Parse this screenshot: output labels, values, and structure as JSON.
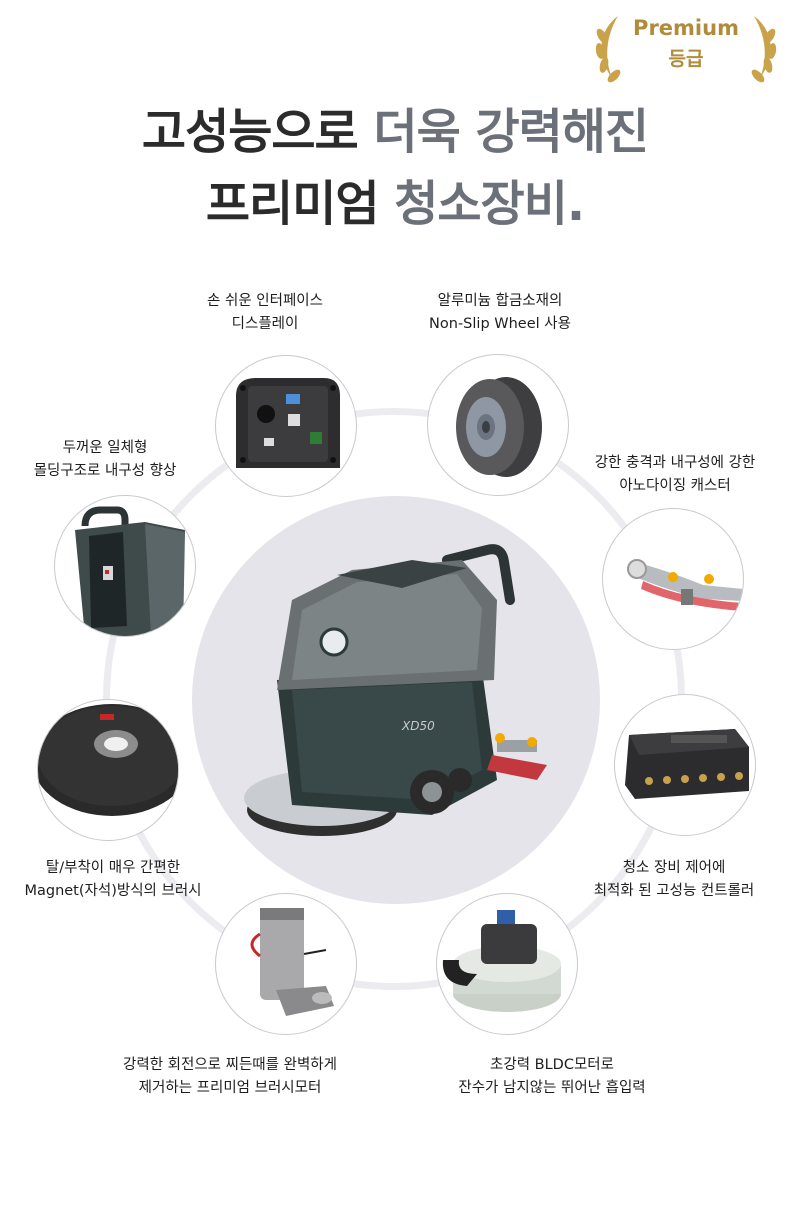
{
  "badge": {
    "line1": "Premium",
    "line2": "등급"
  },
  "headline": {
    "line1_dark": "고성능으로 ",
    "line1_grey": "더욱 강력해진",
    "line2_dark": "프리미엄 ",
    "line2_grey": "청소장비."
  },
  "features": {
    "interface": {
      "line1": "손 쉬운 인터페이스",
      "line2": "디스플레이",
      "icon": "control-panel-icon"
    },
    "wheel": {
      "line1": "알루미늄 합금소재의",
      "line2": "Non-Slip Wheel 사용",
      "icon": "wheel-icon"
    },
    "body": {
      "line1": "두꺼운 일체형",
      "line2": "몰딩구조로 내구성 향상",
      "icon": "molded-body-icon"
    },
    "caster": {
      "line1": "강한 충격과 내구성에 강한",
      "line2": "아노다이징 캐스터",
      "icon": "caster-icon"
    },
    "brush": {
      "line1": "탈/부착이 매우 간편한",
      "line2": "Magnet(자석)방식의 브러시",
      "icon": "brush-icon"
    },
    "controller": {
      "line1": "청소 장비 제어에",
      "line2": "최적화 된 고성능 컨트롤러",
      "icon": "controller-icon"
    },
    "brush_motor": {
      "line1": "강력한 회전으로 찌든때를 완벽하게",
      "line2": "제거하는 프리미엄 브러시모터",
      "icon": "brush-motor-icon"
    },
    "bldc_motor": {
      "line1": "초강력 BLDC모터로",
      "line2": "잔수가 남지않는 뛰어난 흡입력",
      "icon": "vacuum-motor-icon"
    }
  },
  "product": {
    "icon": "floor-scrubber-icon",
    "model_mark": "XD50"
  },
  "colors": {
    "gold": "#b08b3a",
    "ring": "#ececf0",
    "center_bg": "#e4e4ea",
    "text_grey": "#6b7079"
  }
}
